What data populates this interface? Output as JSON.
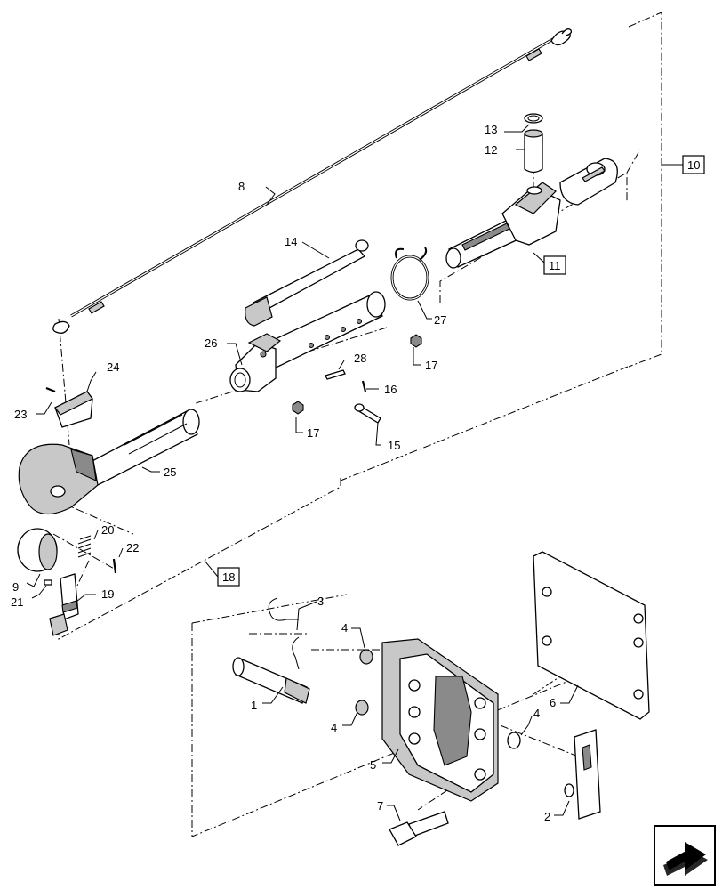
{
  "callouts": [
    {
      "id": "c1",
      "label": "1"
    },
    {
      "id": "c2",
      "label": "2"
    },
    {
      "id": "c3",
      "label": "3"
    },
    {
      "id": "c4a",
      "label": "4"
    },
    {
      "id": "c4b",
      "label": "4"
    },
    {
      "id": "c4c",
      "label": "4"
    },
    {
      "id": "c5",
      "label": "5"
    },
    {
      "id": "c6",
      "label": "6"
    },
    {
      "id": "c7",
      "label": "7"
    },
    {
      "id": "c8",
      "label": "8"
    },
    {
      "id": "c9",
      "label": "9"
    },
    {
      "id": "c12",
      "label": "12"
    },
    {
      "id": "c13",
      "label": "13"
    },
    {
      "id": "c14",
      "label": "14"
    },
    {
      "id": "c15",
      "label": "15"
    },
    {
      "id": "c16",
      "label": "16"
    },
    {
      "id": "c17a",
      "label": "17"
    },
    {
      "id": "c17b",
      "label": "17"
    },
    {
      "id": "c19",
      "label": "19"
    },
    {
      "id": "c20",
      "label": "20"
    },
    {
      "id": "c21",
      "label": "21"
    },
    {
      "id": "c22",
      "label": "22"
    },
    {
      "id": "c23",
      "label": "23"
    },
    {
      "id": "c24",
      "label": "24"
    },
    {
      "id": "c25",
      "label": "25"
    },
    {
      "id": "c26",
      "label": "26"
    },
    {
      "id": "c27",
      "label": "27"
    },
    {
      "id": "c28",
      "label": "28"
    }
  ],
  "assemblies": [
    {
      "id": "a10",
      "label": "10"
    },
    {
      "id": "a11",
      "label": "11"
    },
    {
      "id": "a18",
      "label": "18"
    }
  ],
  "nav_icon": "forward-arrow-icon"
}
